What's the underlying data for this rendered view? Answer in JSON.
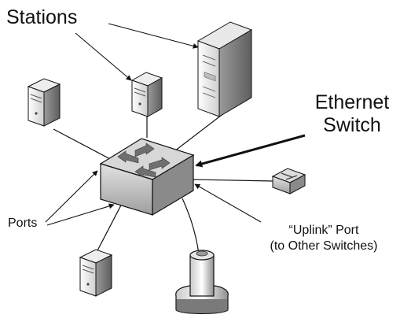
{
  "labels": {
    "stations": "Stations",
    "switch_line1": "Ethernet",
    "switch_line2": "Switch",
    "ports": "Ports",
    "uplink_line1": "“Uplink” Port",
    "uplink_line2": "(to Other Switches)"
  },
  "colors": {
    "line": "#111111",
    "device_light": "#f2f2f2",
    "device_mid": "#c8c8c8",
    "device_dark": "#6e6e6e",
    "switch_top": "#d9d9d9",
    "switch_side": "#8c8c8c",
    "switch_front": "#bdbdbd"
  },
  "icons": [
    "server-tower-icon",
    "server-rack-icon",
    "ethernet-switch-icon",
    "small-switch-icon",
    "cable-connector-icon"
  ]
}
